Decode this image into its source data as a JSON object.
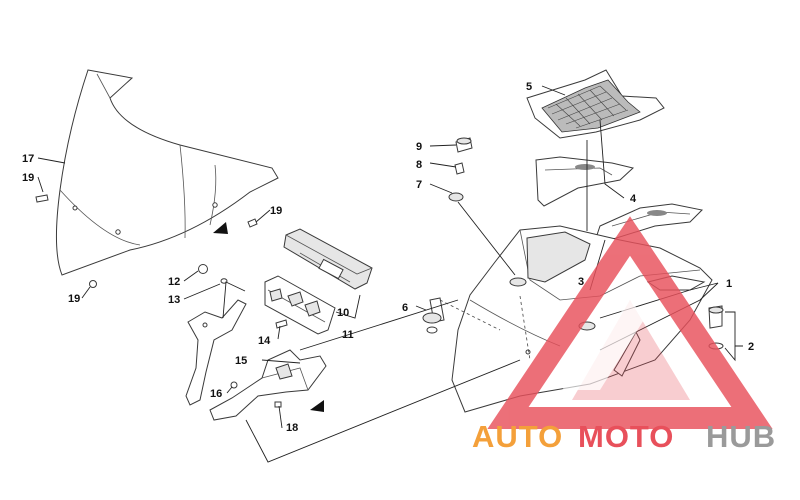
{
  "callouts": [
    {
      "id": "1",
      "label": "1"
    },
    {
      "id": "2",
      "label": "2"
    },
    {
      "id": "3",
      "label": "3"
    },
    {
      "id": "4",
      "label": "4"
    },
    {
      "id": "5",
      "label": "5"
    },
    {
      "id": "6",
      "label": "6"
    },
    {
      "id": "7",
      "label": "7"
    },
    {
      "id": "8",
      "label": "8"
    },
    {
      "id": "9",
      "label": "9"
    },
    {
      "id": "10",
      "label": "10"
    },
    {
      "id": "11",
      "label": "11"
    },
    {
      "id": "12",
      "label": "12"
    },
    {
      "id": "13",
      "label": "13"
    },
    {
      "id": "14",
      "label": "14"
    },
    {
      "id": "15",
      "label": "15"
    },
    {
      "id": "16",
      "label": "16"
    },
    {
      "id": "17",
      "label": "17"
    },
    {
      "id": "18",
      "label": "18"
    },
    {
      "id": "19a",
      "label": "19"
    },
    {
      "id": "19b",
      "label": "19"
    },
    {
      "id": "19c",
      "label": "19"
    }
  ],
  "watermark": {
    "word_part1": "AUTO",
    "word_part2": "MOTO",
    "word_part3": "HUB",
    "color_red": "#e8505b",
    "color_orange": "#f4a03a",
    "color_gray": "#9a9a9a"
  }
}
